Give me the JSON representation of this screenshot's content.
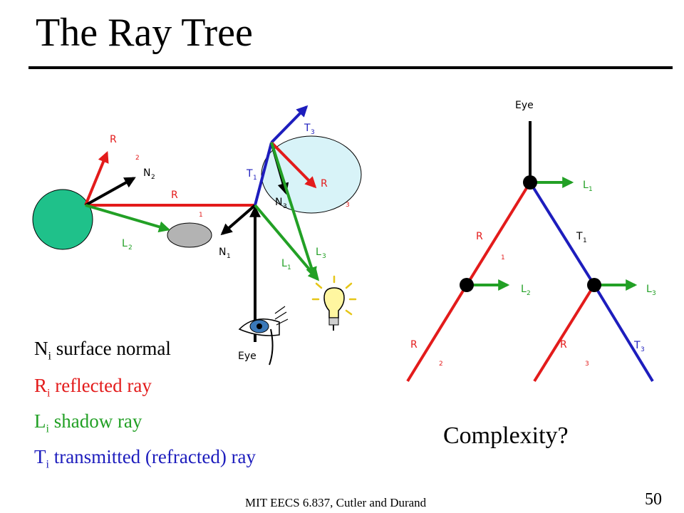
{
  "slide": {
    "title": "The Ray Tree",
    "footer": "MIT EECS 6.837, Cutler and Durand",
    "page_number": "50",
    "complexity": "Complexity?"
  },
  "legend": [
    {
      "sym": "N",
      "sub": "i",
      "text": " surface normal",
      "color": "#000000"
    },
    {
      "sym": "R",
      "sub": "i",
      "text": " reflected ray",
      "color": "#e31b1b"
    },
    {
      "sym": "L",
      "sub": "i",
      "text": " shadow ray",
      "color": "#22a025"
    },
    {
      "sym": "T",
      "sub": "i",
      "text": " transmitted (refracted) ray",
      "color": "#1d1dbd"
    }
  ],
  "scene": {
    "eye_label": "Eye",
    "labels": {
      "R2": {
        "main": "R",
        "sub": "2"
      },
      "N2": {
        "main": "N",
        "sub": "2"
      },
      "R1": {
        "main": "R",
        "sub": "1"
      },
      "L2": {
        "main": "L",
        "sub": "2"
      },
      "N1": {
        "main": "N",
        "sub": "1"
      },
      "T3": {
        "main": "T",
        "sub": "3"
      },
      "T1": {
        "main": "T",
        "sub": "1"
      },
      "N3": {
        "main": "N",
        "sub": "3"
      },
      "R3": {
        "main": "R",
        "sub": "3"
      },
      "L3": {
        "main": "L",
        "sub": "3"
      },
      "L1": {
        "main": "L",
        "sub": "1"
      }
    }
  },
  "tree": {
    "eye_label": "Eye",
    "labels": {
      "L1": {
        "main": "L",
        "sub": "1"
      },
      "R1": {
        "main": "R",
        "sub": "1"
      },
      "T1": {
        "main": "T",
        "sub": "1"
      },
      "L2": {
        "main": "L",
        "sub": "2"
      },
      "L3": {
        "main": "L",
        "sub": "3"
      },
      "R2": {
        "main": "R",
        "sub": "2"
      },
      "R3": {
        "main": "R",
        "sub": "3"
      },
      "T3": {
        "main": "T",
        "sub": "3"
      }
    }
  },
  "colors": {
    "reflected": "#e31b1b",
    "shadow": "#22a025",
    "transmitted": "#1d1dbd",
    "normal": "#000000",
    "sphere_green": "#1fc18a",
    "glass_sphere": "#d8f3f8",
    "ellipse_gray": "#b3b3b3"
  }
}
